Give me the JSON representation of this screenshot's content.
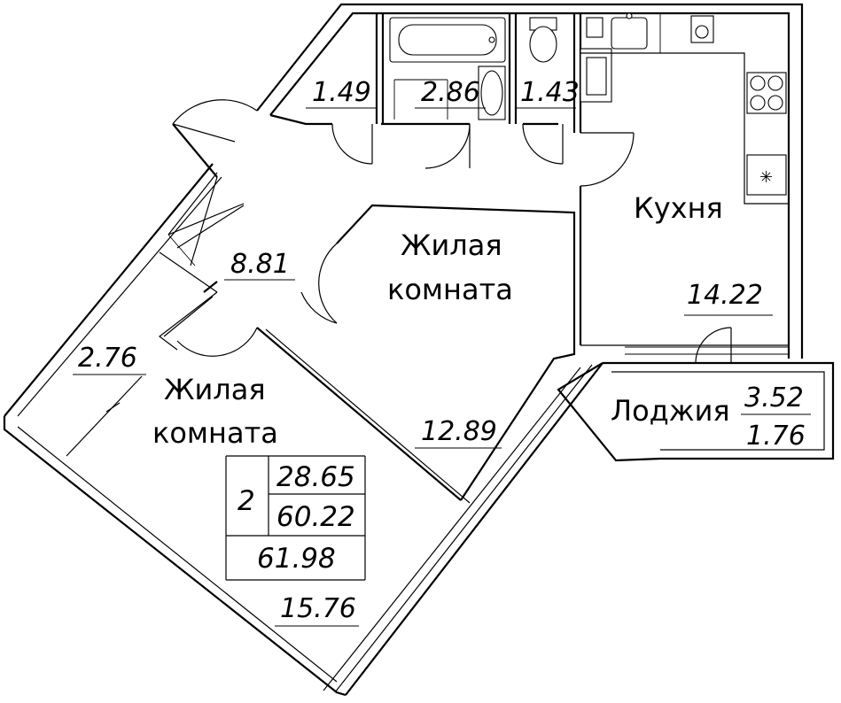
{
  "rooms": {
    "living_upper": {
      "name_line1": "Жилая",
      "name_line2": "комната",
      "area": "12.89"
    },
    "living_lower": {
      "name_line1": "Жилая",
      "name_line2": "комната",
      "area": "15.76"
    },
    "kitchen": {
      "name": "Кухня",
      "area": "14.22"
    },
    "loggia": {
      "name": "Лоджия",
      "area_full": "3.52",
      "area_reduced": "1.76"
    },
    "hall": {
      "area": "8.81"
    },
    "storage": {
      "area": "2.76"
    },
    "corridor": {
      "area": "1.49"
    },
    "bathroom": {
      "area": "2.86"
    },
    "wc": {
      "area": "1.43"
    }
  },
  "summary": {
    "rooms_count": "2",
    "living_area": "28.65",
    "total_area": "60.22",
    "total_with_loggia": "61.98"
  },
  "icons": [
    "bathtub-icon",
    "sink-icon",
    "toilet-icon",
    "washing-machine-icon",
    "kitchen-sink-icon",
    "stove-icon",
    "oven-icon",
    "boiler-icon"
  ]
}
